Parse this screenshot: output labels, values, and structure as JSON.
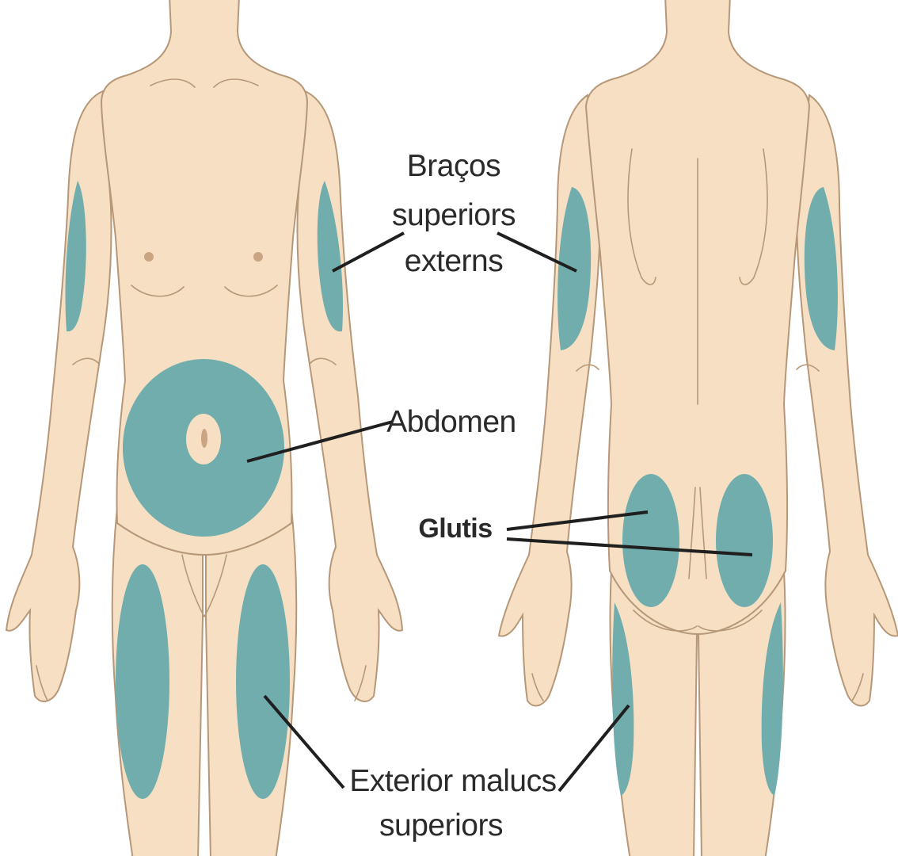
{
  "labels": {
    "upper_arms_line1": "Braços",
    "upper_arms_line2": "superiors",
    "upper_arms_line3": "externs",
    "abdomen": "Abdomen",
    "buttocks": "Glutis",
    "thighs_line1": "Exterior malucs",
    "thighs_line2": "superiors"
  },
  "colors": {
    "skin": "#f6dfc2",
    "skin_outline": "#b69879",
    "injection_zone": "#70adac",
    "leader_line": "#1f1f1f",
    "label_text": "#2a2a2a",
    "background": "#ffffff"
  }
}
